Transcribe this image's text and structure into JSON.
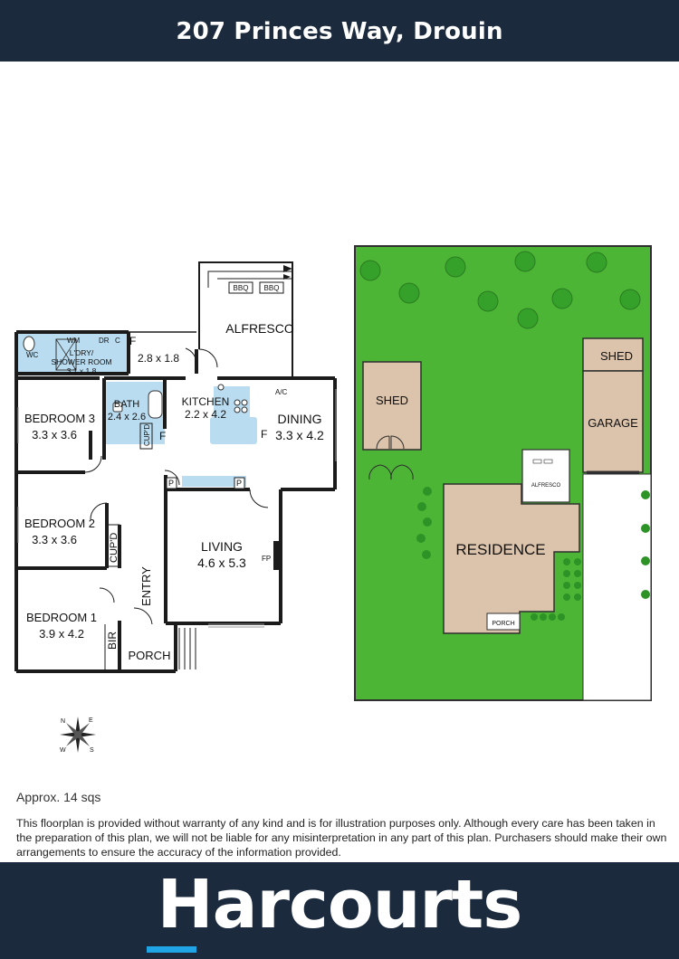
{
  "header": {
    "title": "207 Princes Way, Drouin"
  },
  "floorplan": {
    "rooms": {
      "laundry_l1": "L'DRY/",
      "laundry_l2": "SHOWER ROOM",
      "laundry_size": "3.1 x 1.8",
      "wc": "WC",
      "wm": "WM",
      "dr": "DR",
      "c": "C",
      "hall_size": "2.8 x 1.8",
      "alfresco": "ALFRESCO",
      "bbq": "BBQ",
      "bedroom3": "BEDROOM 3",
      "bedroom3_size": "3.3 x 3.6",
      "bath": "BATH",
      "bath_size": "2.4 x 2.6",
      "cupd": "CUP'D",
      "kitchen": "KITCHEN",
      "kitchen_size": "2.2 x 4.2",
      "ac": "A/C",
      "dining": "DINING",
      "dining_size": "3.3 x 4.2",
      "bedroom2": "BEDROOM 2",
      "bedroom2_size": "3.3 x 3.6",
      "living": "LIVING",
      "living_size": "4.6 x 5.3",
      "fp": "FP",
      "entry": "ENTRY",
      "bedroom1": "BEDROOM 1",
      "bedroom1_size": "3.9 x 4.2",
      "bir": "BIR",
      "porch": "PORCH",
      "f": "F",
      "p": "P"
    },
    "compass": {
      "n": "N",
      "e": "E",
      "s": "S",
      "w": "W"
    }
  },
  "siteplan": {
    "shed_left": "SHED",
    "shed_right": "SHED",
    "garage": "GARAGE",
    "residence": "RESIDENCE",
    "alfresco": "ALFRESCO",
    "porch": "PORCH"
  },
  "footer": {
    "area": "Approx. 14 sqs",
    "disclaimer": "This floorplan is provided without warranty of any kind and is for illustration purposes only. Although every care has been taken in the preparation of this plan, we will not be liable for any misinterpretation in any part of this plan. Purchasers should make their own arrangements to ensure the accuracy of the information provided.",
    "brand": "Harcourts",
    "brand_accent": "#1fa5e6"
  },
  "colors": {
    "navy": "#1b2a3d",
    "wet_area": "#b9dcf0",
    "lawn": "#4db535",
    "residence": "#dcc3ab",
    "shed": "#dcc3ab"
  }
}
